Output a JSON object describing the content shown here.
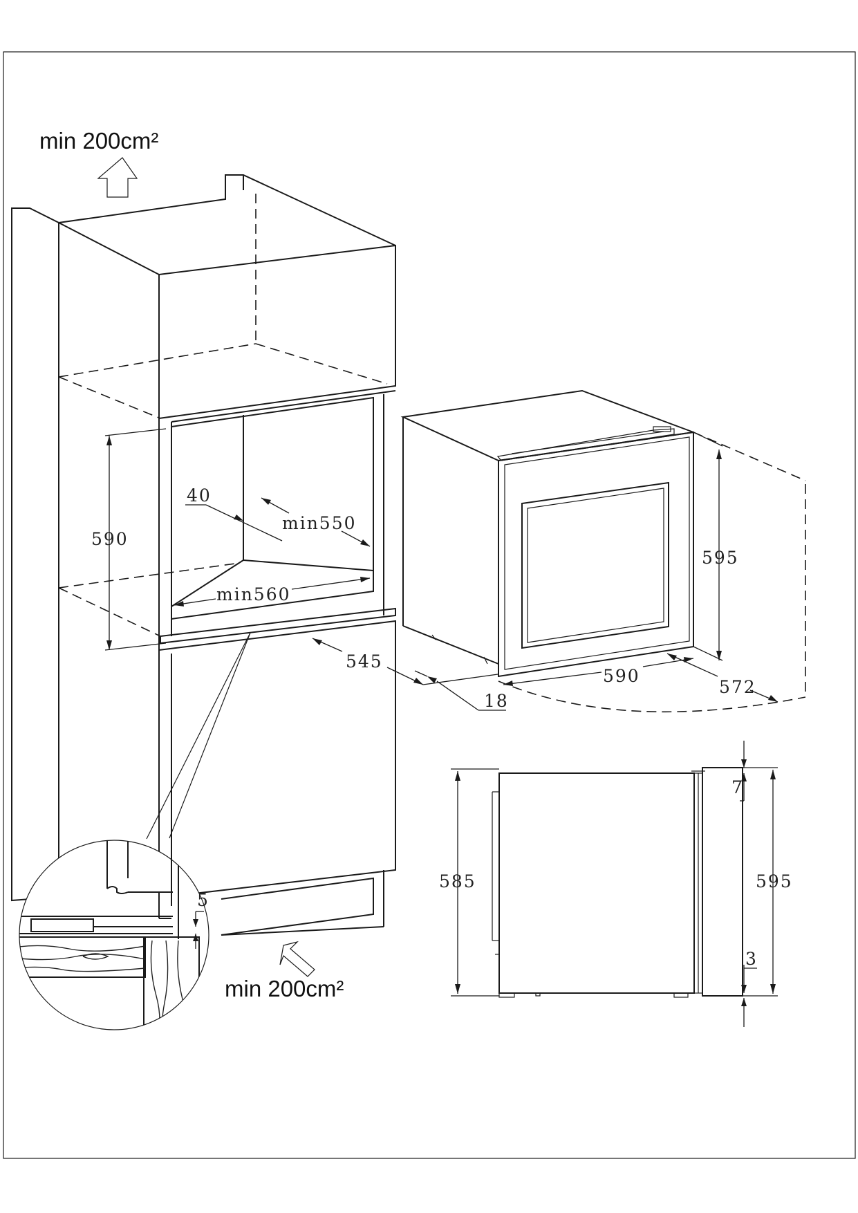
{
  "vent_top": {
    "label": "min 200cm²"
  },
  "vent_bottom": {
    "label": "min 200cm²"
  },
  "niche": {
    "height": "590",
    "back_gap": "40",
    "depth": "min550",
    "width": "min560"
  },
  "appliance": {
    "height": "595",
    "width": "590",
    "depth": "572",
    "body_depth": "545",
    "door_thickness": "18"
  },
  "detail": {
    "gap": "5"
  },
  "side_view": {
    "body_height": "585",
    "total_height": "595",
    "top_gap": "7",
    "bottom_gap": "3"
  },
  "colors": {
    "line": "#1a1a1a",
    "background": "#ffffff"
  }
}
